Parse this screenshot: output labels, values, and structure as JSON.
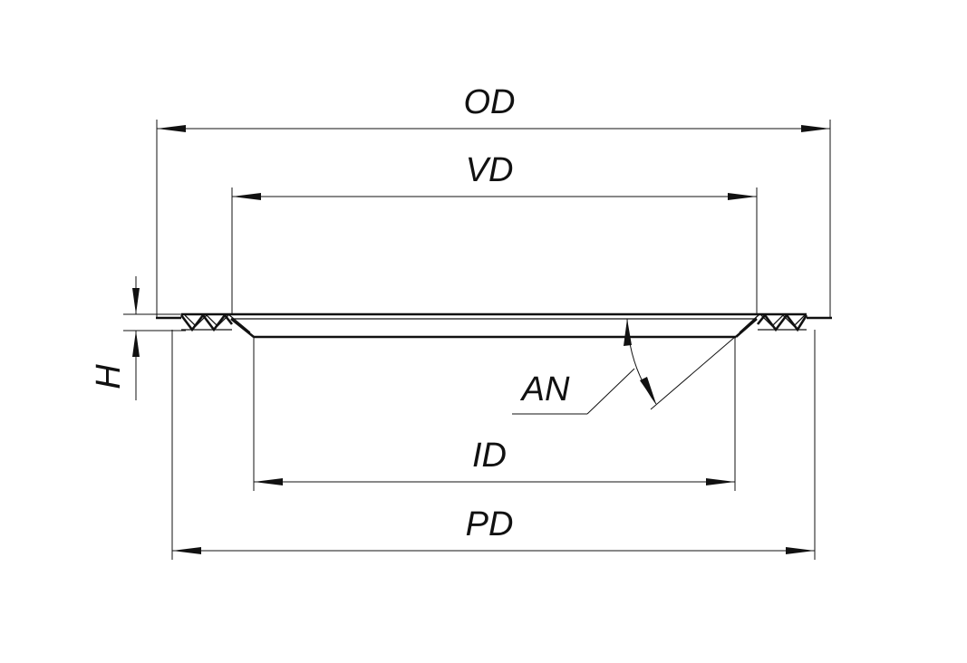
{
  "labels": {
    "od": "OD",
    "vd": "VD",
    "id": "ID",
    "pd": "PD",
    "an": "AN",
    "h": "H"
  }
}
